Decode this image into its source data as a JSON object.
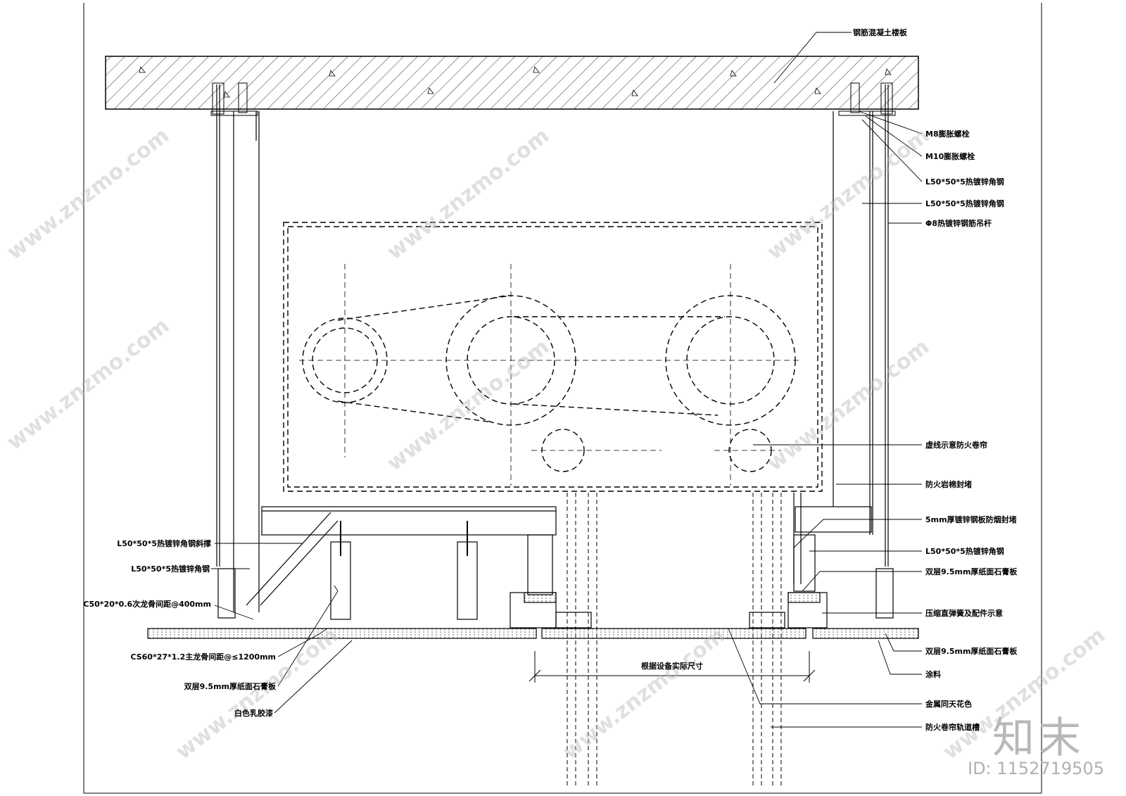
{
  "labels_right": {
    "slab": "钢筋混凝土楼板",
    "m8": "M8膨胀螺栓",
    "m10": "M10膨胀螺栓",
    "angle1": "L50*50*5热镀锌角钢",
    "angle2": "L50*50*5热镀锌角钢",
    "rod": "Φ8热镀锌钢筋吊杆",
    "dashed_shutter": "虚线示意防火卷帘",
    "rockwool": "防火岩棉封堵",
    "smoke_plate": "5mm厚镀锌钢板防烟封堵",
    "angle3": "L50*50*5热镀锌角钢",
    "gypsum_r1": "双层9.5mm厚纸面石膏板",
    "spring": "压缩直弹簧及配件示意",
    "gypsum_r2": "双层9.5mm厚纸面石膏板",
    "paint": "涂料",
    "metal": "金属同天花色",
    "track": "防火卷帘轨道槽"
  },
  "labels_left": {
    "brace": "L50*50*5热镀锌角钢斜撑",
    "angle": "L50*50*5热镀锌角钢",
    "c50": "C50*20*0.6次龙骨间距@400mm",
    "cs60": "CS60*27*1.2主龙骨间距@≤1200mm",
    "gypsum": "双层9.5mm厚纸面石膏板",
    "latex": "白色乳胶漆"
  },
  "dimension": {
    "text": "根据设备实际尺寸"
  },
  "watermark": {
    "site": "www.znzmo.com",
    "brand": "知末",
    "id": "ID: 1152719505"
  }
}
